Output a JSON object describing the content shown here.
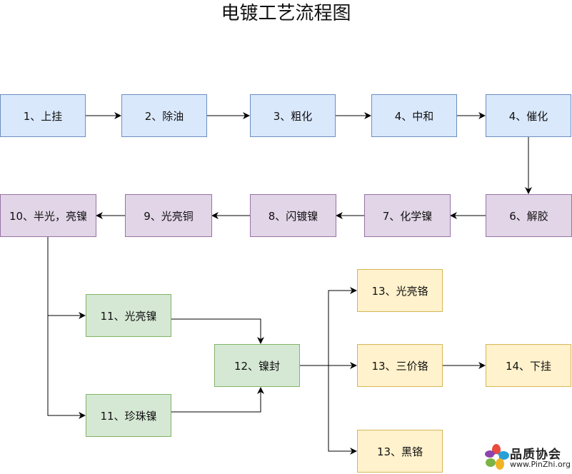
{
  "title": "电镀工艺流程图",
  "nodes": {
    "n1": "1、上挂",
    "n2": "2、除油",
    "n3": "3、粗化",
    "n4a": "4、中和",
    "n4b": "4、催化",
    "n6": "6、解胶",
    "n7": "7、化学镍",
    "n8": "8、闪镀镍",
    "n9": "9、光亮铜",
    "n10": "10、半光，亮镍",
    "n11a": "11、光亮镍",
    "n11b": "11、珍珠镍",
    "n12": "12、镍封",
    "n13a": "13、光亮铬",
    "n13b": "13、三价铬",
    "n13c": "13、黑铬",
    "n14": "14、下挂"
  },
  "colors": {
    "blue_fill": "#dae8fc",
    "blue_stroke": "#6c8ebf",
    "purple_fill": "#e1d5e7",
    "purple_stroke": "#9673a6",
    "green_fill": "#d5e8d4",
    "green_stroke": "#82b366",
    "yellow_fill": "#fff2cc",
    "yellow_stroke": "#d6b656"
  },
  "watermark": {
    "text": "品质协会",
    "url": "www.PinZhi.org"
  }
}
